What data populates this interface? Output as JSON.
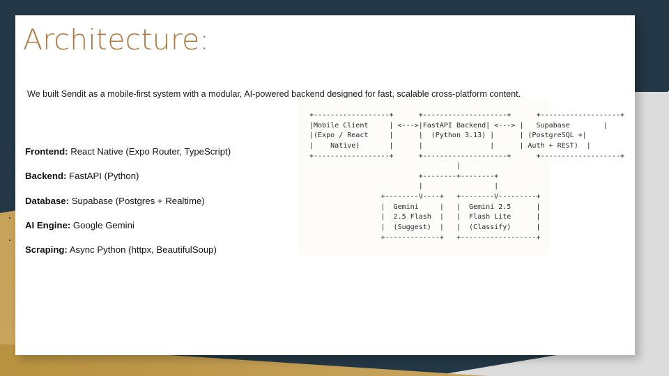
{
  "slide": {
    "title": "Architecture:",
    "intro": "We built Sendit as a mobile-first system with a modular, AI-powered backend designed for fast, scalable cross-platform content.",
    "spec_items": [
      {
        "key": "Frontend:",
        "value": "React Native (Expo Router, TypeScript)"
      },
      {
        "key": "Backend:",
        "value": "FastAPI (Python)"
      },
      {
        "key": "Database:",
        "value": "Supabase (Postgres + Realtime)"
      },
      {
        "key": "AI Engine:",
        "value": "Google Gemini"
      },
      {
        "key": "Scraping:",
        "value": "Async Python (httpx, BeautifulSoup)"
      }
    ],
    "diagram_ascii": "+------------------+      +--------------------+      +-------------------+\n|Mobile Client     | <--->|FastAPI Backend| <---> |   Supabase        |\n|(Expo / React     |      |  (Python 3.13) |      | (PostgreSQL +|\n|    Native)       |      |                |      | Auth + REST)  |\n+------------------+      +--------------------+      +-------------------+\n                                   |\n                          +--------+--------+\n                          |                 |\n                 +--------V----+   +--------V---------+\n                 |  Gemini     |   |  Gemini 2.5      |\n                 |  2.5 Flash  |   |  Flash Lite      |\n                 |  (Suggest)  |   |  (Classify)      |\n                 +-------------+   +------------------+",
    "diagram_nodes": [
      "Mobile Client (Expo / React Native)",
      "FastAPI Backend (Python 3.13)",
      "Supabase (PostgreSQL + Auth + REST)",
      "Gemini 2.5 Flash (Suggest)",
      "Gemini 2.5 Flash Lite (Classify)"
    ],
    "colors": {
      "title_accent": "#b3783f",
      "backdrop_navy": "#243746",
      "backdrop_gold": "#c5a159",
      "backdrop_gray": "#dcdcdc",
      "card": "#ffffff"
    }
  }
}
